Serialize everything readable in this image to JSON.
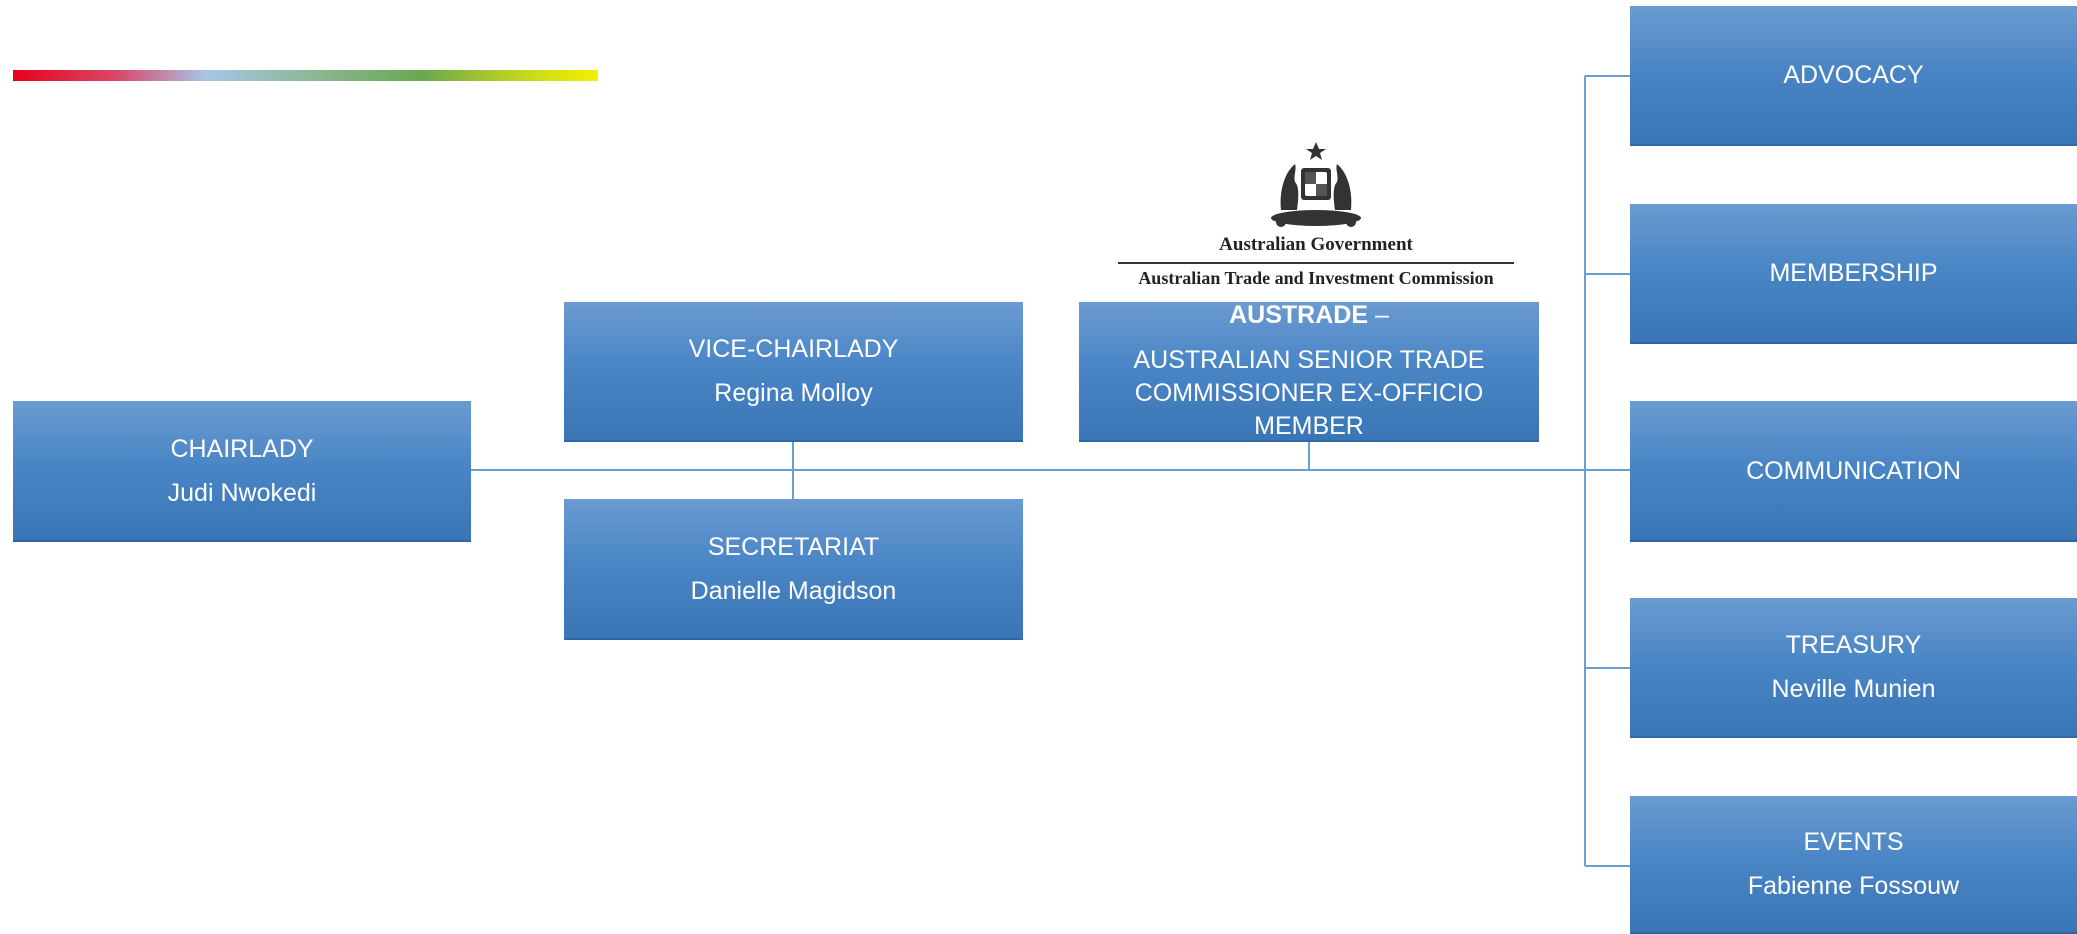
{
  "chair": {
    "title": "CHAIRLADY",
    "name": "Judi Nwokedi"
  },
  "vice_chair": {
    "title": "VICE-CHAIRLADY",
    "name": "Regina Molloy"
  },
  "secretariat": {
    "title": "SECRETARIAT",
    "name": "Danielle Magidson"
  },
  "austrade": {
    "title_bold": "AUSTRADE",
    "dash": " –",
    "line1": "AUSTRALIAN SENIOR TRADE",
    "line2": "COMMISSIONER EX-OFFICIO MEMBER"
  },
  "logo": {
    "government": "Australian Government",
    "agency": "Australian Trade and Investment Commission"
  },
  "committees": [
    {
      "title": "ADVOCACY",
      "name": ""
    },
    {
      "title": "MEMBERSHIP",
      "name": ""
    },
    {
      "title": "COMMUNICATION",
      "name": ""
    },
    {
      "title": "TREASURY",
      "name": "Neville Munien"
    },
    {
      "title": "EVENTS",
      "name": "Fabienne Fossouw"
    }
  ],
  "colors": {
    "box": "#4a86c6",
    "connector": "#5b9bd5",
    "text": "#ffffff"
  }
}
